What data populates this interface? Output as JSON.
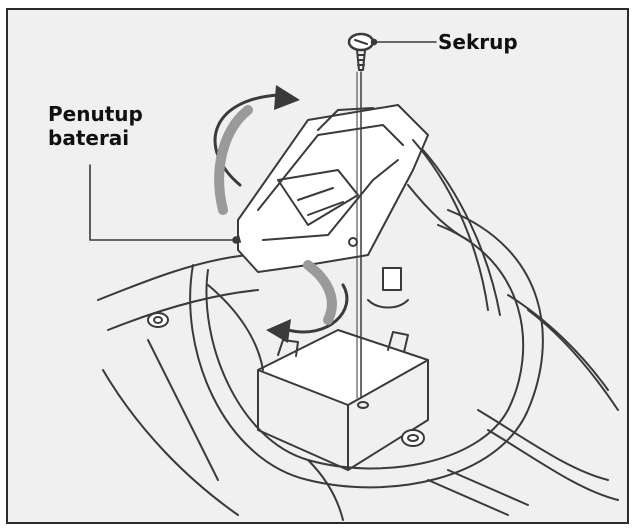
{
  "labels": {
    "screw": "Sekrup",
    "cover_line1": "Penutup",
    "cover_line2": "baterai"
  },
  "colors": {
    "background": "#f0f0f0",
    "line": "#3a3a3a",
    "fill": "#ffffff",
    "border": "#2b2b2b"
  },
  "icons": [
    "screw-icon",
    "rotate-arrow-icon"
  ]
}
